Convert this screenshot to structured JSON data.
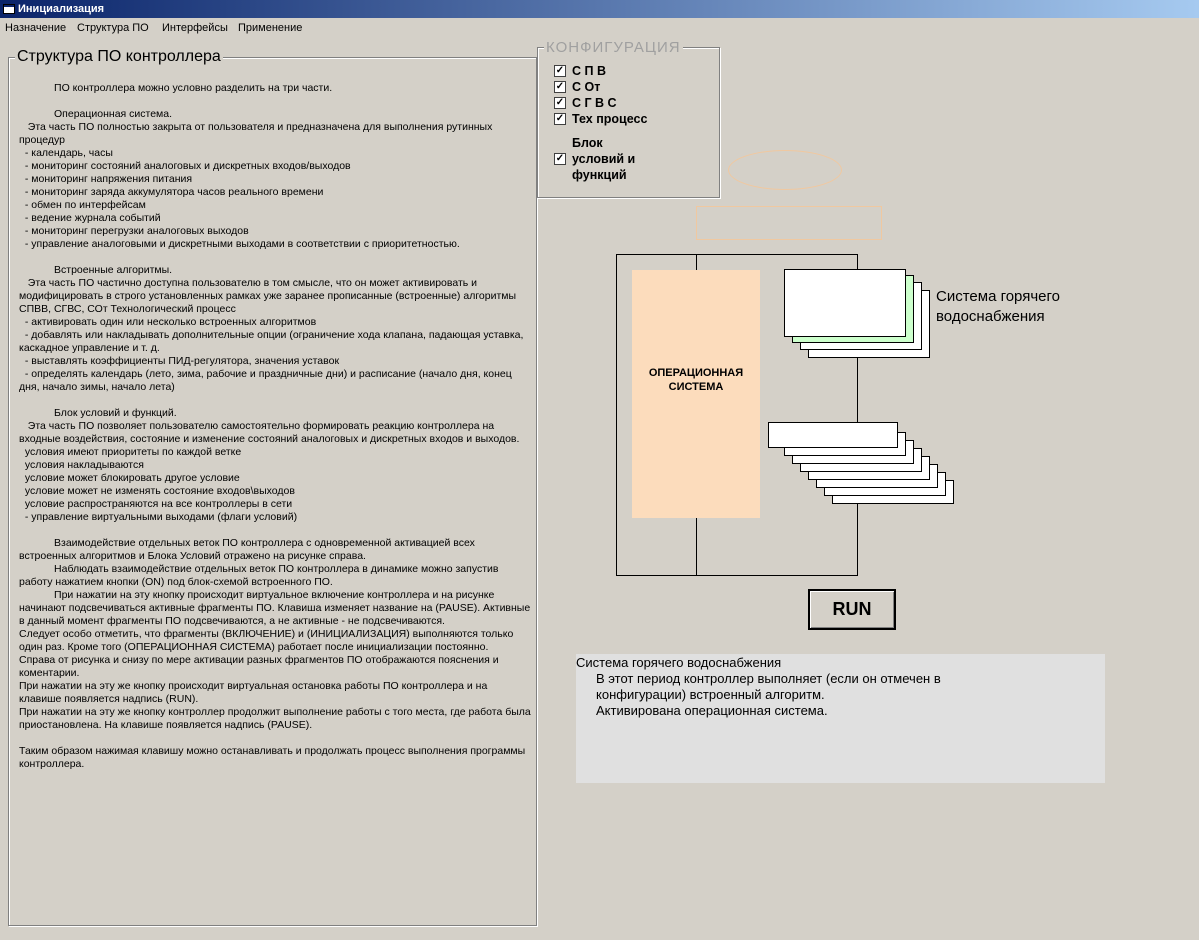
{
  "window": {
    "title": "Инициализация"
  },
  "menu": [
    "Назначение",
    "Структура ПО",
    "Интерфейсы",
    "Применение"
  ],
  "left_panel": {
    "title": "Структура ПО контроллера",
    "text": "            ПО контроллера можно условно разделить на три части.\n\n            Операционная система.\n   Эта часть ПО полностью закрыта от пользователя и предназначена для выполнения рутинных процедур\n  - календарь, часы\n  - мониторинг состояний аналоговых и дискретных входов/выходов\n  - мониторинг напряжения питания\n  - мониторинг заряда аккумулятора часов реального времени\n  - обмен по интерфейсам\n  - ведение журнала событий\n  - мониторинг перегрузки аналоговых выходов\n  - управление аналоговыми и дискретными выходами в соответствии с приоритетностью.\n\n            Встроенные алгоритмы.\n   Эта часть ПО частично доступна пользователю в том смысле, что он может активировать и модифицировать в строго установленных рамках уже заранее прописанные (встроенные) алгоритмы СПВВ, СГВС, СОт Технологический процесс\n  - активировать один или несколько встроенных алгоритмов\n  - добавлять или накладывать дополнительные опции (ограничение хода клапана, падающая уставка, каскадное управление и т. д.\n  - выставлять коэффициенты ПИД-регулятора, значения уставок\n  - определять календарь (лето, зима, рабочие и праздничные дни) и расписание (начало дня, конец дня, начало зимы, начало лета)\n\n            Блок условий и функций.\n   Эта часть ПО позволяет пользователю самостоятельно формировать реакцию контроллера на входные воздействия, состояние и изменение состояний аналоговых и дискретных входов и выходов.\n  условия имеют приоритеты по каждой ветке\n  условия накладываются\n  условие может блокировать другое условие\n  условие может не изменять состояние входов\\выходов\n  условие распространяются на все контроллеры в сети\n  - управление виртуальными выходами (флаги условий)\n\n            Взаимодействие отдельных веток ПО контроллера с одновременной активацией всех встроенных алгоритмов и Блока Условий отражено на рисунке справа.\n            Наблюдать взаимодействие отдельных веток ПО контроллера в динамике можно запустив работу нажатием кнопки (ON) под блок-схемой встроенного ПО.\n            При нажатии на эту кнопку происходит виртуальное включение контроллера и на рисунке начинают подсвечиваться активные фрагменты ПО. Клавиша изменяет название на (PAUSE). Активные в данный момент фрагменты ПО подсвечиваются, а не активные - не подсвечиваются.\nСледует особо отметить, что фрагменты (ВКЛЮЧЕНИЕ) и (ИНИЦИАЛИЗАЦИЯ) выполняются только один раз. Кроме того (ОПЕРАЦИОННАЯ СИСТЕМА) работает после инициализации постоянно.\nСправа от рисунка и снизу по мере активации разных фрагментов ПО отображаются пояснения и коментарии.\nПри нажатии на эту же кнопку происходит виртуальная остановка работы ПО контроллера и на клавише появляется надпись (RUN).\nПри нажатии на эту же кнопку контроллер продолжит выполнение работы с того места, где работа была приостановлена. На клавише появляется надпись (PAUSE).\n\nТаким образом нажимая клавишу можно останавливать и продолжать процесс выполнения программы контроллера."
  },
  "config": {
    "title": "КОНФИГУРАЦИЯ",
    "items": [
      {
        "label": "С П В",
        "checked": true,
        "mark": "✓"
      },
      {
        "label": "С От",
        "checked": true,
        "mark": "✓"
      },
      {
        "label": "С Г В С",
        "checked": true,
        "mark": "✓"
      },
      {
        "label": "Тех процесс",
        "checked": true,
        "mark": "✓"
      }
    ],
    "block": {
      "label": "Блок\nусловий и\nфункций",
      "checked": true,
      "mark": "✓"
    }
  },
  "diagram": {
    "os_label": "ОПЕРАЦИОННАЯ\nСИСТЕМА",
    "system_label": "Система горячего\nводоснабжения",
    "highlight_color": "#ccffcc",
    "os_color": "#fcdcbc"
  },
  "run_button": {
    "label": "RUN"
  },
  "info": {
    "title": "Система горячего водоснабжения",
    "line1": "В этот период контроллер выполняет (если он отмечен в\nконфигурации) встроенный алгоритм.",
    "line2": "Активирована операционная система."
  }
}
